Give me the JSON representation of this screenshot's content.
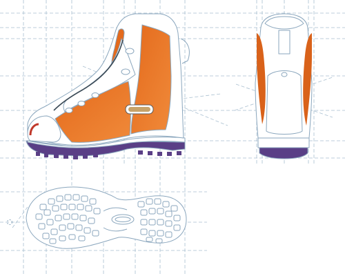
{
  "sheet": {
    "background": "#ffffff",
    "views": [
      "side-view",
      "back-view",
      "sole-view"
    ],
    "badge_text": "",
    "colors": {
      "outline": "#8aa6bd",
      "guide": "#a9bfd0",
      "accent_orange": "#e46a1c",
      "accent_orange_light": "#f3a25e",
      "outsole_purple": "#5a3f86",
      "toe_cap_red": "#c0392b",
      "lace_dark": "#3b4a56",
      "body_white": "#ffffff"
    }
  }
}
